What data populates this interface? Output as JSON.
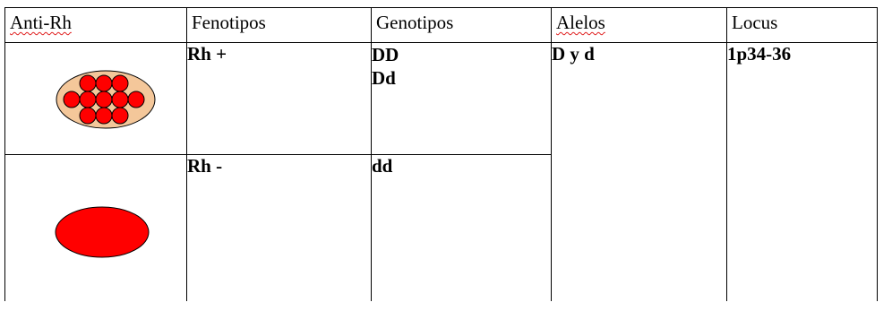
{
  "table": {
    "headers": [
      "Anti-Rh",
      "Fenotipos",
      "Genotipos",
      "Alelos",
      "Locus"
    ],
    "rows": [
      {
        "phenotype": "Rh +",
        "genotypes": [
          "DD",
          "Dd"
        ],
        "icon": "agglutinated-cells-icon"
      },
      {
        "phenotype": "Rh -",
        "genotypes": [
          "dd"
        ],
        "icon": "red-cell-icon"
      }
    ],
    "alleles": "D y d",
    "locus": "1p34-36"
  },
  "colors": {
    "cell_red": "#ff0000",
    "cluster_fill": "#f4c79a",
    "border": "#000000"
  }
}
